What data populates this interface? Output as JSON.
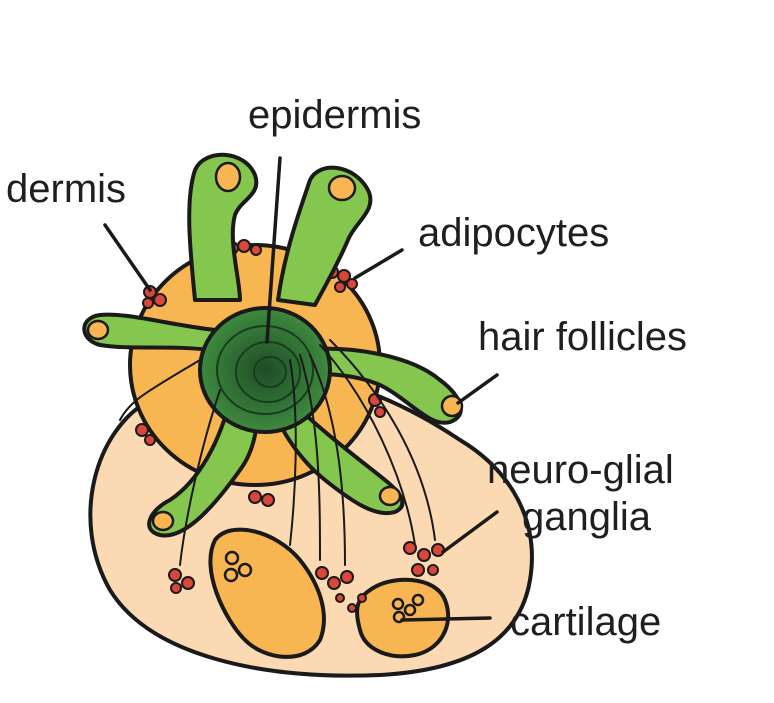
{
  "colors": {
    "skin_outer": "#fbd9b3",
    "dermis_orange": "#f8b653",
    "hair_green": "#84c64e",
    "core_green": "#2f6b35",
    "ganglia_red": "#d9473a",
    "outline": "#1a1a1a"
  },
  "labels": {
    "epidermis": "epidermis",
    "dermis": "dermis",
    "adipocytes": "adipocytes",
    "hair_follicles": "hair follicles",
    "neuro_glial_line1": "neuro-glial",
    "neuro_glial_line2": "ganglia",
    "cartilage": "cartilage"
  }
}
